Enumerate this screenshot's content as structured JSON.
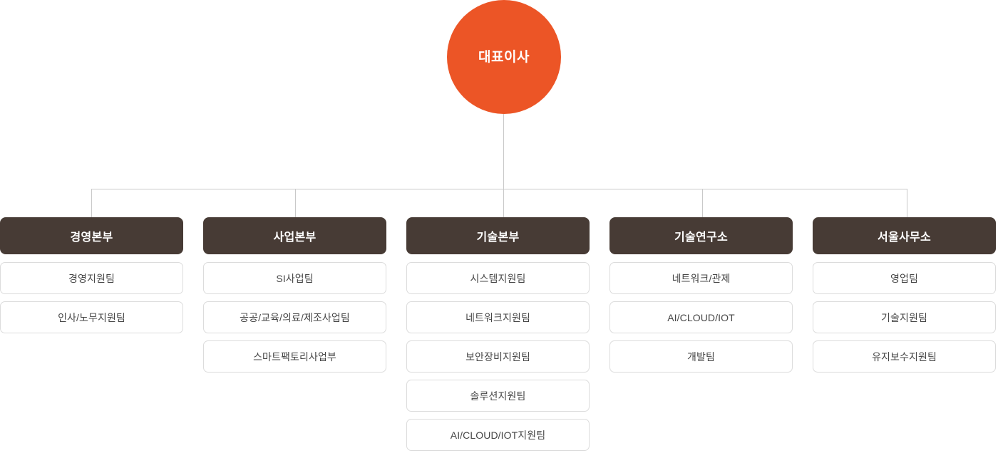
{
  "chart_meta": {
    "type": "org-chart",
    "title": "대표이사"
  },
  "colors": {
    "root_node": "#EC5526",
    "department_header": "#473B35",
    "connector_line": "#c9c9c9",
    "team_border": "#dcdcdc",
    "team_text": "#464646",
    "header_text": "#ffffff",
    "background": "#ffffff"
  },
  "root": {
    "label": "대표이사"
  },
  "departments": [
    {
      "label": "경영본부",
      "teams": [
        {
          "label": "경영지원팀"
        },
        {
          "label": "인사/노무지원팀"
        }
      ]
    },
    {
      "label": "사업본부",
      "teams": [
        {
          "label": "SI사업팀"
        },
        {
          "label": "공공/교육/의료/제조사업팀"
        },
        {
          "label": "스마트팩토리사업부"
        }
      ]
    },
    {
      "label": "기술본부",
      "teams": [
        {
          "label": "시스템지원팀"
        },
        {
          "label": "네트워크지원팀"
        },
        {
          "label": "보안장비지원팀"
        },
        {
          "label": "솔루션지원팀"
        },
        {
          "label": "AI/CLOUD/IOT지원팀"
        }
      ]
    },
    {
      "label": "기술연구소",
      "teams": [
        {
          "label": "네트워크/관제"
        },
        {
          "label": "AI/CLOUD/IOT"
        },
        {
          "label": "개발팀"
        }
      ]
    },
    {
      "label": "서울사무소",
      "teams": [
        {
          "label": "영업팀"
        },
        {
          "label": "기술지원팀"
        },
        {
          "label": "유지보수지원팀"
        }
      ]
    }
  ]
}
